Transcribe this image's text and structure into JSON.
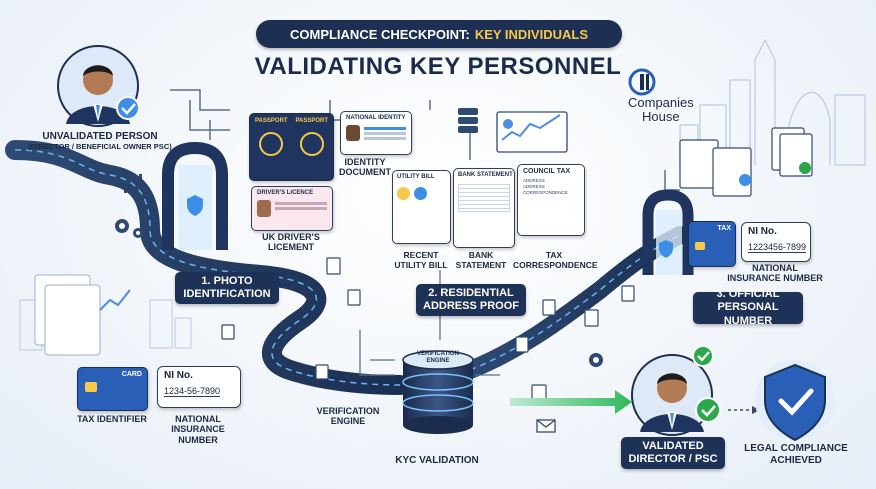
{
  "header": {
    "badge_part1": "COMPLIANCE CHECKPOINT:",
    "badge_part2": "KEY INDIVIDUALS",
    "title": "VALIDATING KEY PERSONNEL"
  },
  "person": {
    "label_line1": "UNVALIDATED PERSON",
    "label_line2": "(DIRECTOR / BENEFICIAL OWNER PSC)"
  },
  "documents": {
    "passport_left": "PASSPORT",
    "passport_right": "PASSPORT",
    "national_identity": "NATIONAL IDENTITY",
    "identity_document": "IDENTITY DOCUMENT",
    "drivers_licence": "DRIVER'S LICENCE",
    "uk_drivers_licence": "UK DRIVER'S LICEMENT",
    "utility_bill": "UTILITY BILL",
    "bank_statement": "BANK STATEMENT",
    "council_tax": "COUNCIL TAX",
    "council_tax_lines": "ADDRESS ADDRESS CORRESPONDENCE",
    "recent_utility_bill": "RECENT UTILITY BILL",
    "bank_statement_label": "BANK STATEMENT",
    "tax_correspondence": "TAX CORRESPONDENCE"
  },
  "steps": {
    "step1": "1. PHOTO IDENTIFICATION",
    "step2": "2. RESIDENTIAL ADDRESS PROOF",
    "step3": "3. OFFICIAL PERSONAL NUMBER"
  },
  "companies_house": {
    "line1": "Companies",
    "line2": "House"
  },
  "right_ni": {
    "label": "NI No.",
    "value": "1223456-7899",
    "caption": "NATIONAL INSURANCE NUMBER",
    "card_label": "TAX"
  },
  "left_ni": {
    "label": "NI No.",
    "value": "1234-56-7890",
    "caption": "NATIONAL INSURANCE NUMBER",
    "card_label": "CARD",
    "tax_identifier": "TAX IDENTIFIER"
  },
  "engine": {
    "drum_label": "VERIFICATION ENGINE",
    "verification_engine": "VERIFICATION ENGINE",
    "kyc": "KYC VALIDATION"
  },
  "outcome": {
    "validated": "VALIDATED DIRECTOR / PSC",
    "legal": "LEGAL COMPLIANCE ACHIEVED"
  },
  "colors": {
    "navy": "#1e3257",
    "accent_blue": "#3d8ee6",
    "check_green": "#2aa84a",
    "flow_green": "#3bbf5c",
    "gold": "#f7c948"
  }
}
